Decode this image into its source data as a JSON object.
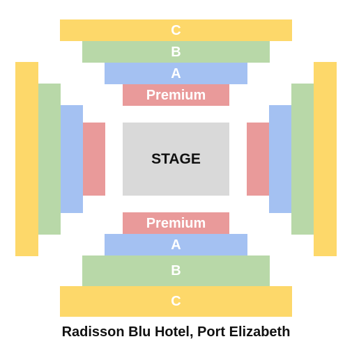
{
  "diagram": {
    "sections": {
      "top": {
        "c": "C",
        "b": "B",
        "a": "A",
        "premium": "Premium"
      },
      "bottom": {
        "premium": "Premium",
        "a": "A",
        "b": "B",
        "c": "C"
      },
      "stage": "STAGE"
    },
    "venue_name": "Radisson Blu Hotel, Port Elizabeth",
    "colors": {
      "section_c": "#fdd86a",
      "section_b": "#b8d8a8",
      "section_a": "#a4c1f2",
      "section_premium": "#e99a9a",
      "stage": "#d9d9d9"
    }
  }
}
